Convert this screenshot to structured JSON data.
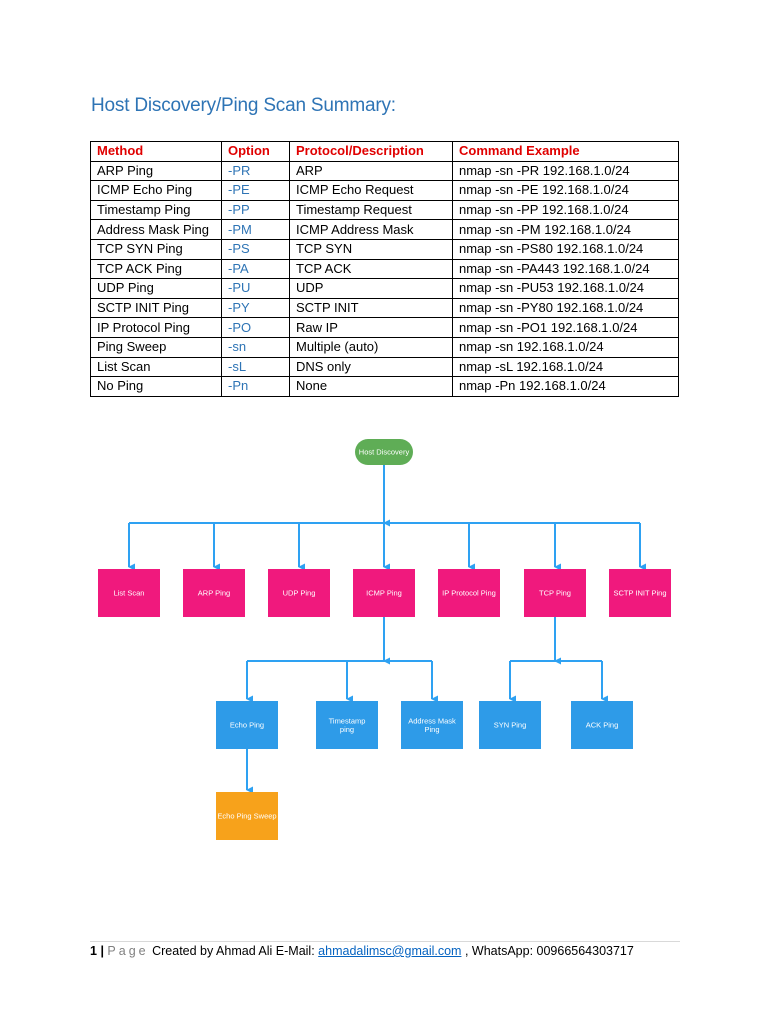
{
  "title": "Host Discovery/Ping Scan Summary:",
  "table": {
    "headers": [
      "Method",
      "Option",
      "Protocol/Description",
      "Command Example"
    ],
    "rows": [
      [
        "ARP Ping",
        "-PR",
        "ARP",
        "nmap -sn -PR 192.168.1.0/24"
      ],
      [
        "ICMP Echo Ping",
        "-PE",
        "ICMP Echo Request",
        "nmap -sn -PE 192.168.1.0/24"
      ],
      [
        "Timestamp Ping",
        "-PP",
        "Timestamp Request",
        "nmap -sn -PP 192.168.1.0/24"
      ],
      [
        "Address Mask Ping",
        "-PM",
        "ICMP Address Mask",
        "nmap -sn -PM 192.168.1.0/24"
      ],
      [
        "TCP SYN Ping",
        "-PS",
        "TCP SYN",
        "nmap -sn -PS80 192.168.1.0/24"
      ],
      [
        "TCP ACK Ping",
        "-PA",
        "TCP ACK",
        "nmap -sn -PA443 192.168.1.0/24"
      ],
      [
        "UDP Ping",
        "-PU",
        "UDP",
        "nmap -sn -PU53 192.168.1.0/24"
      ],
      [
        "SCTP INIT Ping",
        "-PY",
        "SCTP INIT",
        "nmap -sn -PY80 192.168.1.0/24"
      ],
      [
        "IP Protocol Ping",
        "-PO",
        "Raw IP",
        "nmap -sn -PO1 192.168.1.0/24"
      ],
      [
        "Ping Sweep",
        "-sn",
        "Multiple (auto)",
        "nmap -sn 192.168.1.0/24"
      ],
      [
        "List Scan",
        "-sL",
        "DNS only",
        "nmap -sL 192.168.1.0/24"
      ],
      [
        "No Ping",
        "-Pn",
        "None",
        "nmap -Pn 192.168.1.0/24"
      ]
    ]
  },
  "diagram": {
    "root": "Host Discovery",
    "level1": [
      "List Scan",
      "ARP Ping",
      "UDP Ping",
      "ICMP Ping",
      "IP Protocol Ping",
      "TCP Ping",
      "SCTP INIT Ping"
    ],
    "icmp_children": [
      "Echo Ping",
      "Timestamp ping",
      "Address Mask Ping"
    ],
    "tcp_children": [
      "SYN Ping",
      "ACK Ping"
    ],
    "echo_child": "Echo Ping Sweep",
    "colors": {
      "root": "#5fad56",
      "level1": "#f0197d",
      "level2": "#2e9be8",
      "level3": "#f7a21b",
      "connector": "#2ea1f2"
    }
  },
  "footer": {
    "page_number": "1",
    "separator": "|",
    "page_word": "Page",
    "created_text": "Created by Ahmad Ali E-Mail:",
    "email": "ahmadalimsc@gmail.com",
    "whatsapp_text": ", WhatsApp: 00966564303717"
  }
}
